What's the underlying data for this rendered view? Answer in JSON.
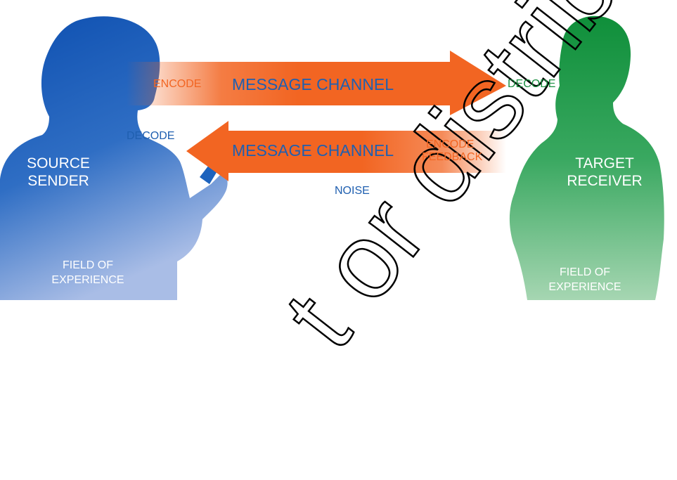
{
  "sender": {
    "name_line1": "SOURCE",
    "name_line2": "SENDER",
    "field_line1": "FIELD OF",
    "field_line2": "EXPERIENCE"
  },
  "receiver": {
    "name_line1": "TARGET",
    "name_line2": "RECEIVER",
    "field_line1": "FIELD OF",
    "field_line2": "EXPERIENCE"
  },
  "top_arrow": {
    "encode": "ENCODE",
    "channel": "MESSAGE CHANNEL",
    "decode": "DECODE"
  },
  "bottom_arrow": {
    "decode": "DECODE",
    "channel": "MESSAGE CHANNEL",
    "encode_line1": "ENCODE",
    "encode_line2": "FEEDBACK"
  },
  "noise": "NOISE",
  "colors": {
    "sender_blue": "#1558b0",
    "receiver_green": "#21a04a",
    "arrow_orange": "#f26522",
    "text_blue": "#1f5fb0"
  }
}
